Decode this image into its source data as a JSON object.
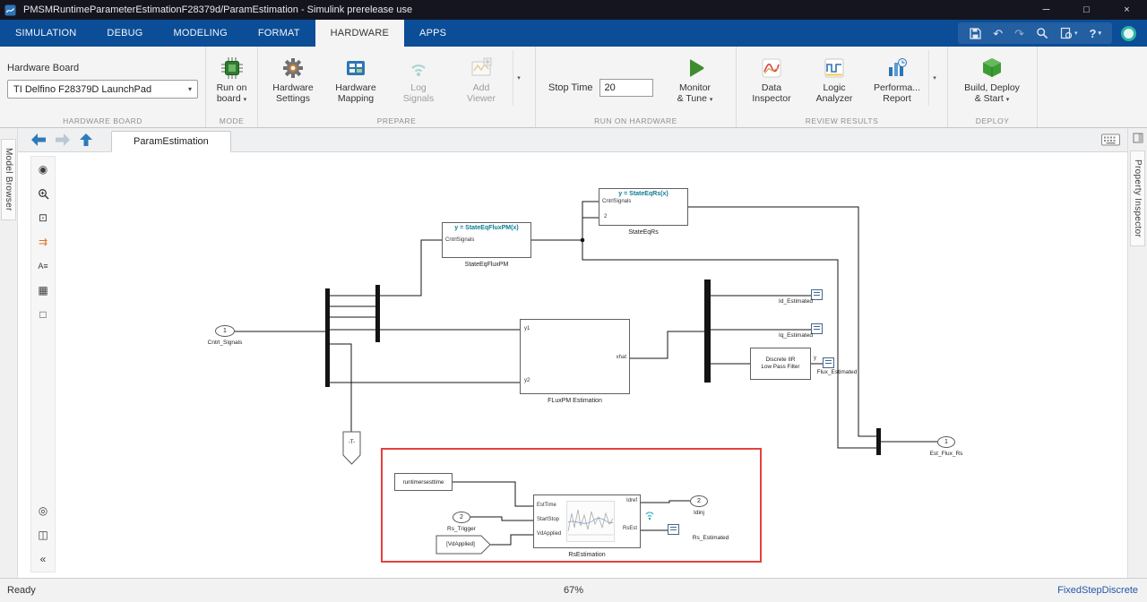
{
  "colors": {
    "tab_blue": "#0b4d97",
    "highlight_red": "#e5413e",
    "function_title_teal": "#0c7c92",
    "status_link_blue": "#2458a6"
  },
  "icons": {
    "caret": "▾",
    "undo": "↶",
    "redo": "↷",
    "help": "?",
    "minimize": "─",
    "maximize": "□",
    "close": "×",
    "collapse": "«",
    "annotation": "A≡",
    "circle_target": "◉",
    "fit_view": "⊡",
    "route_arrows": "⇉",
    "image": "▦",
    "area_box": "□",
    "viewmark": "◎",
    "subsystem": "◫"
  },
  "titlebar": {
    "title": "PMSMRuntimeParameterEstimationF28379d/ParamEstimation - Simulink prerelease use"
  },
  "menu_tabs": [
    {
      "label": "SIMULATION"
    },
    {
      "label": "DEBUG"
    },
    {
      "label": "MODELING"
    },
    {
      "label": "FORMAT"
    },
    {
      "label": "HARDWARE"
    },
    {
      "label": "APPS"
    }
  ],
  "ribbon": {
    "hardware_board": {
      "title": "Hardware Board",
      "value": "TI Delfino F28379D LaunchPad",
      "section_label": "HARDWARE BOARD"
    },
    "mode": {
      "run_line1": "Run on",
      "run_line2": "board",
      "section_label": "MODE"
    },
    "prepare": {
      "hw_settings_l1": "Hardware",
      "hw_settings_l2": "Settings",
      "hw_mapping_l1": "Hardware",
      "hw_mapping_l2": "Mapping",
      "log_signals_l1": "Log",
      "log_signals_l2": "Signals",
      "add_viewer_l1": "Add",
      "add_viewer_l2": "Viewer",
      "section_label": "PREPARE"
    },
    "run_on_hardware": {
      "stop_time_label": "Stop Time",
      "stop_time_value": "20",
      "monitor_l1": "Monitor",
      "monitor_l2": "& Tune",
      "section_label": "RUN ON HARDWARE"
    },
    "review_results": {
      "data_inspector_l1": "Data",
      "data_inspector_l2": "Inspector",
      "logic_analyzer_l1": "Logic",
      "logic_analyzer_l2": "Analyzer",
      "performance_l1": "Performa...",
      "performance_l2": "Report",
      "section_label": "REVIEW RESULTS"
    },
    "deploy": {
      "build_l1": "Build, Deploy",
      "build_l2": "& Start",
      "section_label": "DEPLOY"
    }
  },
  "docbar": {
    "tab_label": "ParamEstimation"
  },
  "panels": {
    "left_tab": "Model Browser",
    "right_tab": "Property Inspector"
  },
  "canvas": {
    "inport_cntrl": {
      "num": "1",
      "label": "Cntrl_Signals"
    },
    "inport_rs_trigger": {
      "num": "2",
      "label": "Rs_Trigger"
    },
    "outport_est_flux_rs": {
      "num": "1",
      "label": "Est_Flux_Rs"
    },
    "outport_idinj": {
      "num": "2",
      "label": "Idinj"
    },
    "state_eq_flux_pm": {
      "title": "y = StateEqFluxPM(x)",
      "port_in": "CntrlSignals",
      "caption": "StateEqFluxPM"
    },
    "state_eq_rs": {
      "title": "y = StateEqRs(x)",
      "port_in1": "CntrlSignals",
      "port_in2": "2",
      "caption": "StateEqRs"
    },
    "fluxpm_estimation": {
      "port_y1": "y1",
      "port_y2": "y2",
      "port_xhat": "xhat",
      "caption": "FLuxPM Estimation"
    },
    "iir_filter": {
      "line1": "Discrete IIR",
      "line2": "Low Pass Filter",
      "port_out": "y"
    },
    "signal_labels": {
      "id": "Id_Estimated",
      "iq": "Iq_Estimated",
      "flux": "Flux_Estimated",
      "rs": "Rs_Estimated"
    },
    "runtime_block": {
      "label": "runtimersesttime"
    },
    "from_tag": {
      "label": "[VdApplied]"
    },
    "goto_tag": {
      "label": "-T-"
    },
    "rs_estimation": {
      "port_in1": "EstTime",
      "port_in2": "StartStop",
      "port_in3": "VdApplied",
      "port_out1": "Idref",
      "port_out2": "RsEst",
      "caption": "RsEstimation"
    }
  },
  "statusbar": {
    "status": "Ready",
    "zoom": "67%",
    "solver": "FixedStepDiscrete"
  }
}
